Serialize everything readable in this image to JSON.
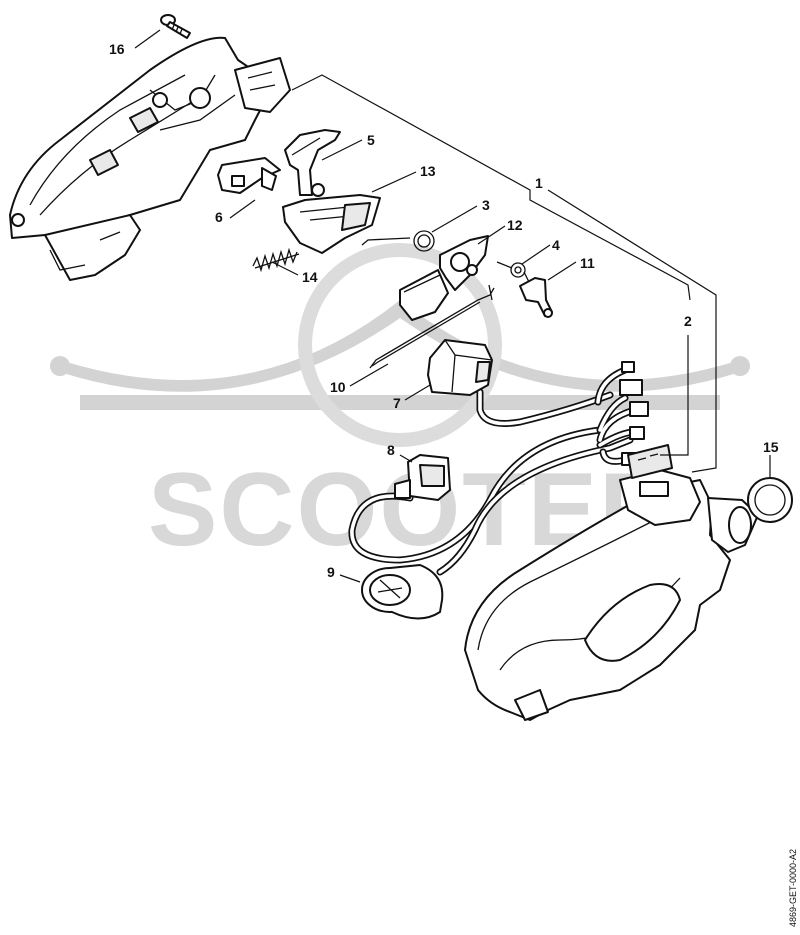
{
  "watermark": {
    "text": "SCOOTER",
    "color": "#d3d3d3"
  },
  "document_ref": "4869-GET-0000-A2",
  "callouts": [
    {
      "id": "1",
      "label": "1"
    },
    {
      "id": "2",
      "label": "2"
    },
    {
      "id": "3",
      "label": "3"
    },
    {
      "id": "4",
      "label": "4"
    },
    {
      "id": "5",
      "label": "5"
    },
    {
      "id": "6",
      "label": "6"
    },
    {
      "id": "7",
      "label": "7"
    },
    {
      "id": "8",
      "label": "8"
    },
    {
      "id": "9",
      "label": "9"
    },
    {
      "id": "10",
      "label": "10"
    },
    {
      "id": "11",
      "label": "11"
    },
    {
      "id": "12",
      "label": "12"
    },
    {
      "id": "13",
      "label": "13"
    },
    {
      "id": "14",
      "label": "14"
    },
    {
      "id": "15",
      "label": "15"
    },
    {
      "id": "16",
      "label": "16"
    }
  ]
}
